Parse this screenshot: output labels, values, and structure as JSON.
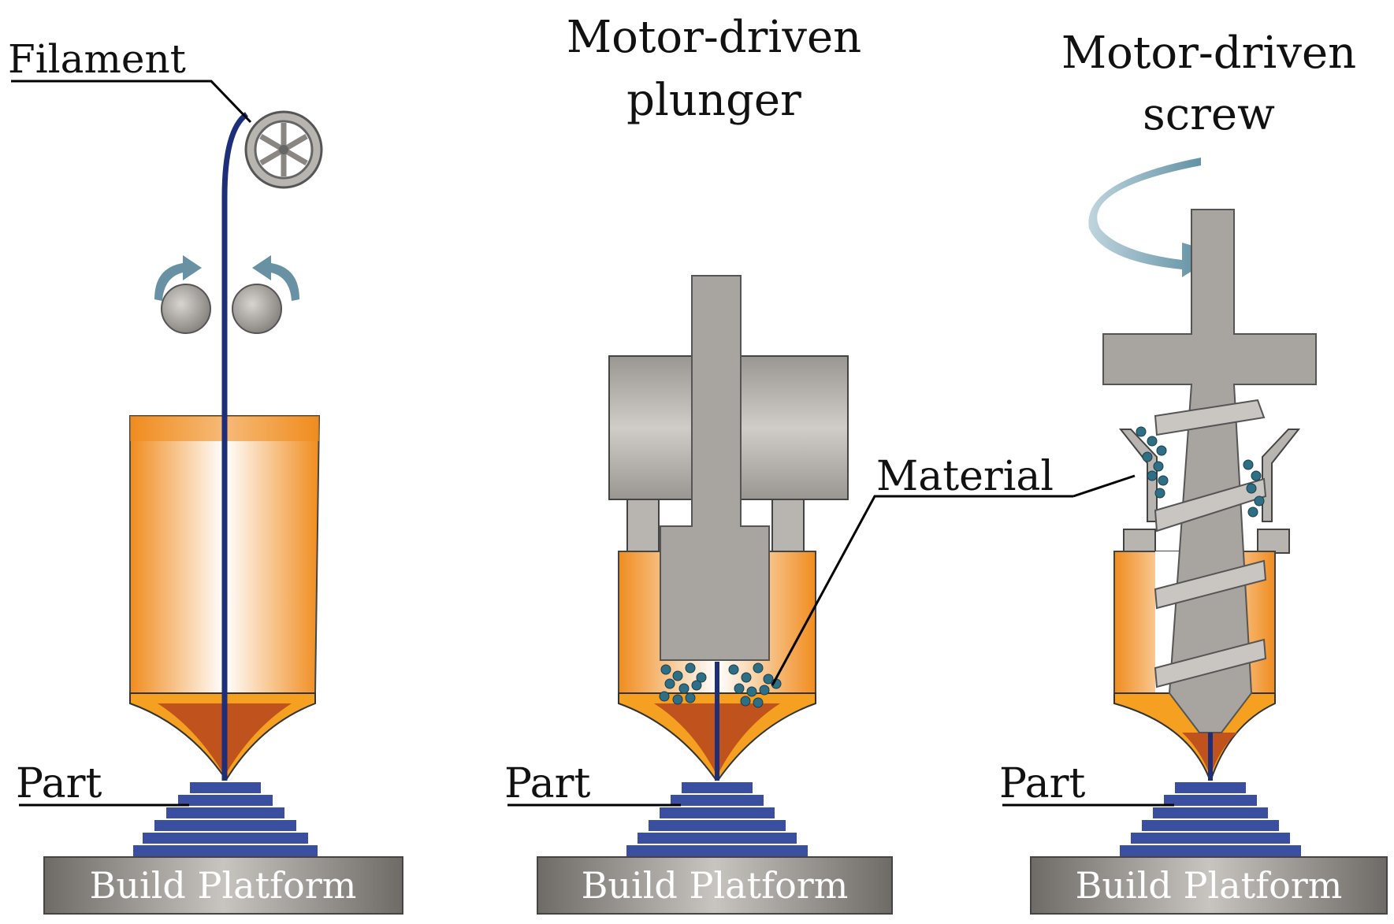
{
  "labels": {
    "filament": "Filament",
    "plunger_title_line1": "Motor-driven",
    "plunger_title_line2": "plunger",
    "screw_title_line1": "Motor-driven",
    "screw_title_line2": "screw",
    "material": "Material",
    "part_left": "Part",
    "part_middle": "Part",
    "part_right": "Part",
    "platform_left": "Build Platform",
    "platform_middle": "Build Platform",
    "platform_right": "Build Platform"
  },
  "colors": {
    "heater_orange": "#f08c1e",
    "melt_zone": "#c0521e",
    "filament_blue": "#1e2f7a",
    "part_blue": "#3a4fa0",
    "steel_gray": "#a8a4a0",
    "arrow_teal": "#4d7f94",
    "pellet_teal": "#2f6f86"
  }
}
